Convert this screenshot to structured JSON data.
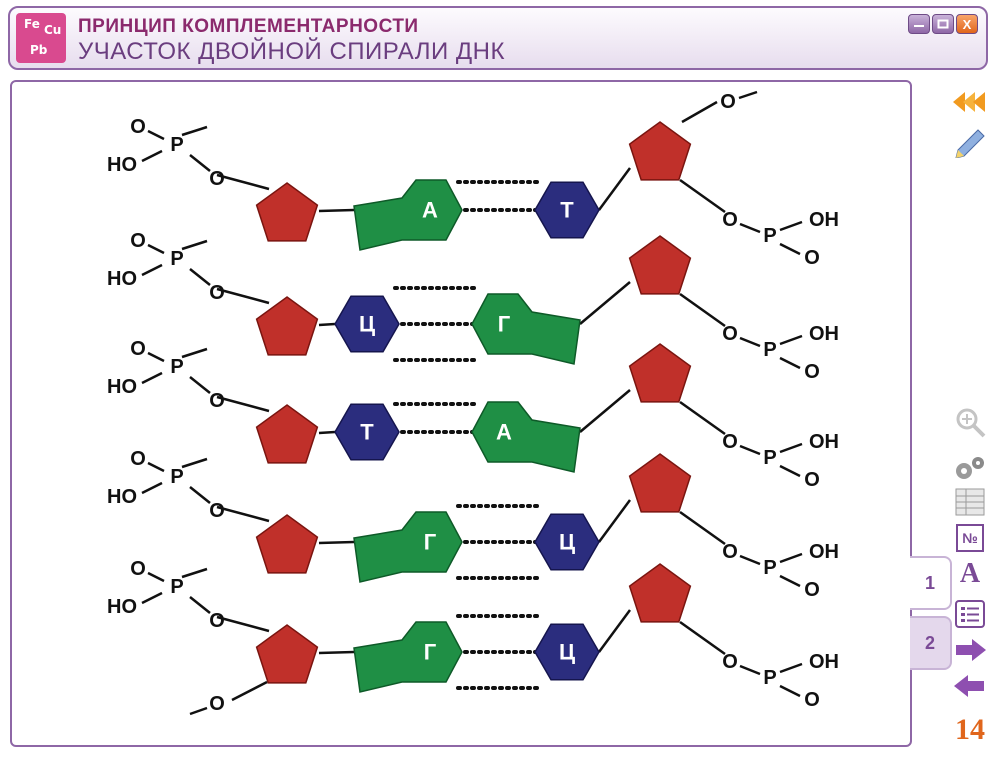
{
  "header": {
    "title": "ПРИНЦИП КОМПЛЕМЕНТАРНОСТИ",
    "subtitle": "УЧАСТОК ДВОЙНОЙ СПИРАЛИ ДНК",
    "logo_text": "FeCu Pb"
  },
  "window_controls": {
    "close": "X"
  },
  "diagram": {
    "labels": {
      "phos_o_single": "O",
      "phos_o_double": "O",
      "phos_p": "P",
      "phos_oh_left": "HO",
      "phos_oh_right": "OH",
      "methoxy_left": "O",
      "methoxy_right": "O"
    },
    "pairs": [
      {
        "left": "А",
        "right": "Т"
      },
      {
        "left": "Ц",
        "right": "Г"
      },
      {
        "left": "Т",
        "right": "А"
      },
      {
        "left": "Г",
        "right": "Ц"
      },
      {
        "left": "Г",
        "right": "Ц"
      }
    ]
  },
  "tabs": [
    "1",
    "2"
  ],
  "page_number": "14",
  "tools": {
    "back_icon": "rewind-icon",
    "edit_icon": "pencil-icon",
    "zoom_icon": "zoom-icon",
    "settings_icon": "gears-icon",
    "table_icon": "table-icon",
    "number_icon_text": "№",
    "font_icon_text": "A",
    "list_icon": "list-icon",
    "next_icon": "arrow-right-icon",
    "prev_icon": "arrow-left-icon"
  },
  "colors": {
    "pentagon": "#c0302a",
    "purine": "#1f8f45",
    "pyrimidine": "#2b2d7e",
    "accent": "#8e67a6",
    "title": "#8b2a6d"
  }
}
